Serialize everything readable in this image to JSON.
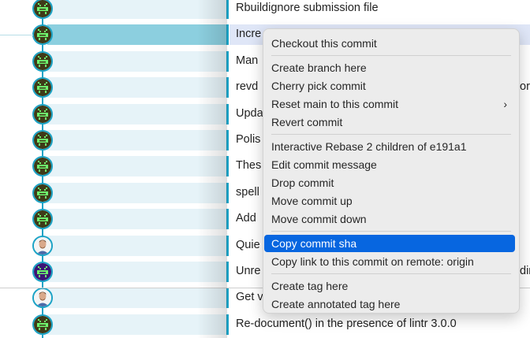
{
  "commits": [
    {
      "message": "Rbuildignore submission file",
      "avatar": "robot-green"
    },
    {
      "message": "Incre",
      "avatar": "robot-green",
      "selected": true
    },
    {
      "message": "Man",
      "avatar": "robot-green"
    },
    {
      "message": "revd",
      "tail": "or",
      "avatar": "robot-green"
    },
    {
      "message": "Upda",
      "avatar": "robot-green"
    },
    {
      "message": "Polis",
      "avatar": "robot-green"
    },
    {
      "message": "Thes",
      "avatar": "robot-green"
    },
    {
      "message": "spell",
      "avatar": "robot-green"
    },
    {
      "message": "Add",
      "avatar": "robot-green"
    },
    {
      "message": "Quie",
      "avatar": "photo"
    },
    {
      "message": "Unre",
      "tail": "din",
      "avatar": "robot-purple"
    },
    {
      "message": "Get v",
      "avatar": "photo"
    },
    {
      "message": "Re-document() in the presence of lintr 3.0.0",
      "avatar": "robot-green"
    }
  ],
  "context_menu": {
    "items": [
      {
        "label": "Checkout this commit"
      },
      {
        "separator": true
      },
      {
        "label": "Create branch here"
      },
      {
        "label": "Cherry pick commit"
      },
      {
        "label": "Reset main to this commit",
        "submenu": true
      },
      {
        "label": "Revert commit"
      },
      {
        "separator": true
      },
      {
        "label": "Interactive Rebase 2 children of e191a1"
      },
      {
        "label": "Edit commit message"
      },
      {
        "label": "Drop commit"
      },
      {
        "label": "Move commit up"
      },
      {
        "label": "Move commit down"
      },
      {
        "separator": true
      },
      {
        "label": "Copy commit sha",
        "highlighted": true
      },
      {
        "label": "Copy link to this commit on remote: origin"
      },
      {
        "separator": true
      },
      {
        "label": "Create tag here"
      },
      {
        "label": "Create annotated tag here"
      }
    ],
    "submenu_glyph": "›"
  },
  "colors": {
    "graph_line": "#1ba3c6",
    "selected_row": "#8ccfdf",
    "menu_highlight": "#0766e0"
  }
}
